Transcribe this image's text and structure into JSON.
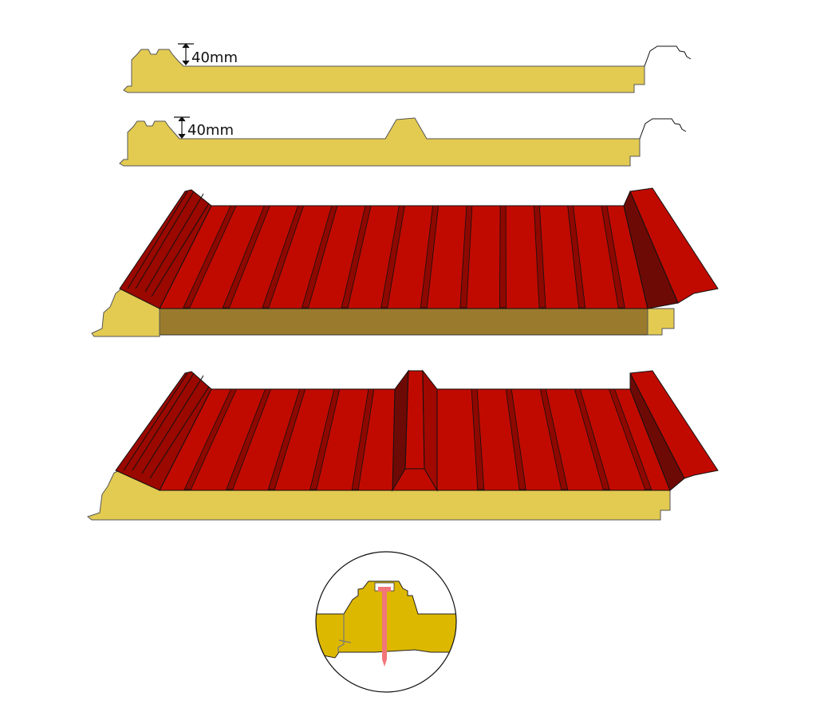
{
  "profile_flat": {
    "thickness_label": "40mm"
  },
  "profile_ridged": {
    "thickness_label": "40mm"
  },
  "colors": {
    "foam": "#E3CB52",
    "foam_side": "#9A7B2E",
    "steel": "#C00A00",
    "steel_dark": "#6E0A05",
    "detail_foam": "#DDB800",
    "screw": "#F2767A"
  },
  "rib_count": 12
}
